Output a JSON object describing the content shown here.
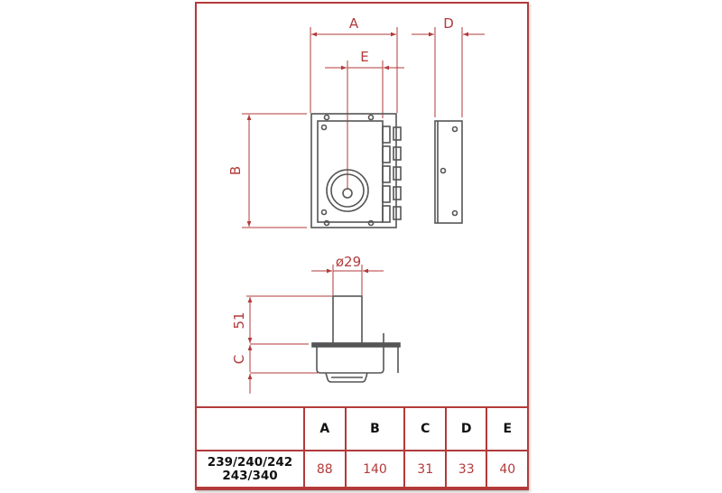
{
  "drawing": {
    "labels": {
      "A": "A",
      "B": "B",
      "C": "C",
      "D": "D",
      "E": "E",
      "diameter": "ø29",
      "height": "51"
    }
  },
  "table": {
    "headers": [
      "",
      "A",
      "B",
      "C",
      "D",
      "E"
    ],
    "rows": [
      {
        "model_line1": "239/240/242",
        "model_line2": "243/340",
        "values": [
          "88",
          "140",
          "31",
          "33",
          "40"
        ]
      }
    ]
  },
  "colors": {
    "accent": "#b33a3a",
    "outline": "#555555"
  }
}
